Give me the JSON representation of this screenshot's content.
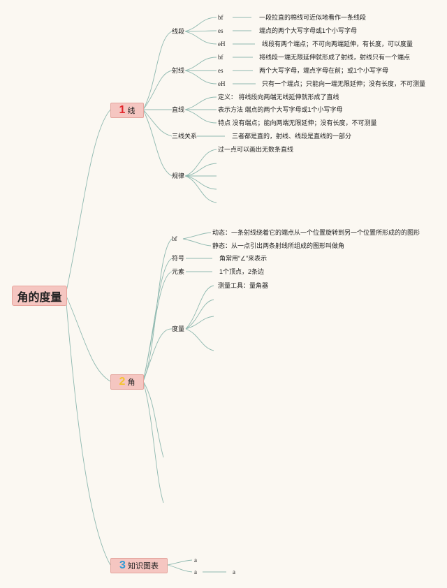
{
  "root": {
    "label": "角的度量"
  },
  "branches": {
    "line": {
      "num": "1",
      "label": "线"
    },
    "angle": {
      "num": "2",
      "label": "角"
    },
    "chart": {
      "num": "3",
      "label": "知识图表"
    }
  },
  "line": {
    "segment": {
      "label": "线段",
      "bf": {
        "key": "bf",
        "text": "一段拉直的棉线可近似地看作一条线段"
      },
      "es": {
        "key": "es",
        "text": "端点的两个大写字母或1个小写字母"
      },
      "eh": {
        "key": "eH",
        "text": "线段有两个端点；不可向两端延伸，有长度，可以度量"
      }
    },
    "ray": {
      "label": "射线",
      "bf": {
        "key": "bf",
        "text": "将线段一端无限延伸就形成了射线，射线只有一个端点"
      },
      "es": {
        "key": "es",
        "text": "两个大写字母，端点字母在前；或1个小写字母"
      },
      "eh": {
        "key": "eH",
        "text": "只有一个端点；只能向一端无限延伸；没有长度，不可测量"
      }
    },
    "straight": {
      "label": "直线",
      "def": "定义： 将线段向两端无线延伸就形成了直线",
      "method": "表示方法 端点的两个大写字母或1个小写字母",
      "feature": "特点 没有端点；能向两端无限延伸；没有长度，不可测量"
    },
    "relation": {
      "label": "三线关系",
      "text": "三者都是直的，射线、线段是直线的一部分"
    },
    "rule": {
      "label": "规律",
      "text": "过一点可以画出无数条直线"
    }
  },
  "angle": {
    "bf": {
      "label": "bf",
      "dynamic": "动态：一条射线绕着它的端点从一个位置旋转到另一个位置所形成的的图形",
      "static": "静态：从一点引出两条射线所组成的图形叫做角"
    },
    "symbol": {
      "label": "符号",
      "text": "角常用“∠”来表示"
    },
    "element": {
      "label": "元素",
      "text": "1个顶点，2条边"
    },
    "measure": {
      "label": "度量",
      "text": "测量工具：量角器"
    }
  },
  "chart": {
    "a1": "a",
    "a2": "a",
    "a3": "a"
  }
}
